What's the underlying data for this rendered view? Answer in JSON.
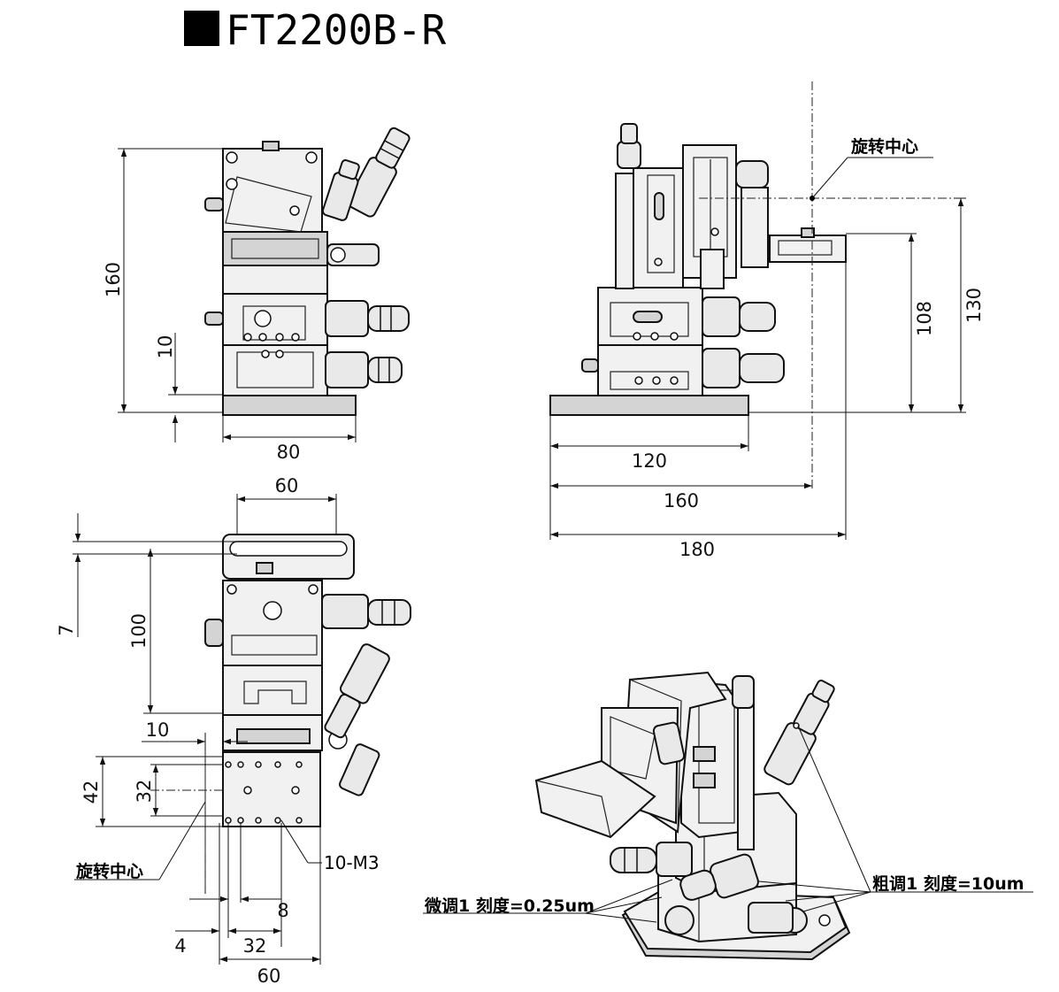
{
  "title": "FT2200B-R",
  "labels": {
    "rotation_center_right": "旋转中心",
    "rotation_center_left": "旋转中心",
    "holes": "10-M3",
    "fine_adjust": "微调1 刻度=0.25um",
    "coarse_adjust": "粗调1 刻度=10um"
  },
  "dimensions": {
    "front_height": "160",
    "front_base": "10",
    "front_width": "80",
    "side_108": "108",
    "side_130": "130",
    "side_120": "120",
    "side_160": "160",
    "side_180": "180",
    "top_60": "60",
    "top_7": "7",
    "top_100": "100",
    "top_10": "10",
    "top_42": "42",
    "top_32_v": "32",
    "top_8": "8",
    "top_4": "4",
    "top_32_h": "32",
    "top_60_bottom": "60"
  }
}
